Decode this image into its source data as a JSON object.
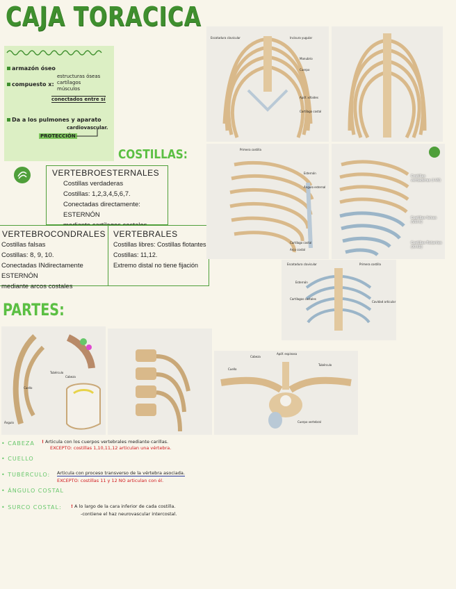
{
  "title": "CAJA TORACICA",
  "intro": {
    "items": [
      {
        "label": "armazón óseo"
      },
      {
        "label": "compuesto x:",
        "details": [
          "estructuras óseas",
          "cartílagos",
          "músculos"
        ],
        "extra": "conectados entre sí"
      },
      {
        "label": "Da a los",
        "text": "pulmones y aparato",
        "text2": "cardiovascular.",
        "tag": "PROTECCIÓN"
      }
    ]
  },
  "costillas": {
    "heading": "COSTILLAS:",
    "vertebroesternales": {
      "title": "VERTEBROESTERNALES",
      "lines": [
        "Costillas verdaderas",
        "Costillas: 1,2,3,4,5,6,7.",
        "Conectadas directamente: ESTERNÓN",
        "mediante cartílagos costales"
      ]
    },
    "vertebrocondrales": {
      "title": "VERTEBROCONDRALES",
      "lines": [
        "Costillas falsas",
        "Costillas: 8, 9, 10.",
        "Conectadas INdirectamente ESTERNÓN",
        "mediante arcos costales"
      ]
    },
    "vertebrales": {
      "title": "VERTEBRALES",
      "lines": [
        "Costillas libres: Costillas flotantes",
        "Costillas: 11,12.",
        "Extremo distal no tiene fijación"
      ]
    }
  },
  "partes": {
    "heading": "PARTES:",
    "items": [
      {
        "label": "CABEZA",
        "note": "Articula con los cuerpos vertebrales mediante carillas.",
        "exception": "EXCEPTO: costillas 1,10,11,12 articulan una vértebra."
      },
      {
        "label": "CUELLO",
        "note": ""
      },
      {
        "label": "TUBÉRCULO:",
        "note": "Articula con proceso transverso de la vértebra asociada.",
        "exception": "EXCEPTO: costillas 11 y 12 NO articulan con él."
      },
      {
        "label": "ÁNGULO COSTAL",
        "note": ""
      },
      {
        "label": "SURCO COSTAL:",
        "note": "A lo largo de la cara inferior de cada costilla.",
        "note2": "-contiene el haz neurovascular intercostal."
      }
    ]
  },
  "figure_labels": {
    "f1": [
      "Escotadura clavicular",
      "Incisura yugular",
      "Manubrio",
      "Cuerpo",
      "Apóf. xifoides",
      "Cartílago costal"
    ],
    "f3": [
      "Primera costilla",
      "Esternón",
      "Ángulo esternal",
      "Cartílago costal",
      "Arco costal"
    ],
    "f4": [
      "Costillas verdaderas (I-VII)",
      "Costillas falsas (VIII-X)",
      "Costillas flotantes (XI-XII)"
    ],
    "f5": [
      "Escotadura clavicular",
      "Primera costilla",
      "Esternón",
      "Cartílagos costales",
      "Cavidad articular"
    ],
    "p2": [
      "Cabeza",
      "Cuello",
      "Tubérculo",
      "Ángulo"
    ],
    "p4": [
      "Cabeza",
      "Cuello",
      "Tubérculo",
      "Cuerpo vertebral",
      "Apóf. espinosa"
    ]
  },
  "colors": {
    "green": "#4f9f3a",
    "light_green": "#dcefc4",
    "red": "#d0161b",
    "bone": "#d9b98a",
    "cartilage": "#9bb5c8"
  }
}
